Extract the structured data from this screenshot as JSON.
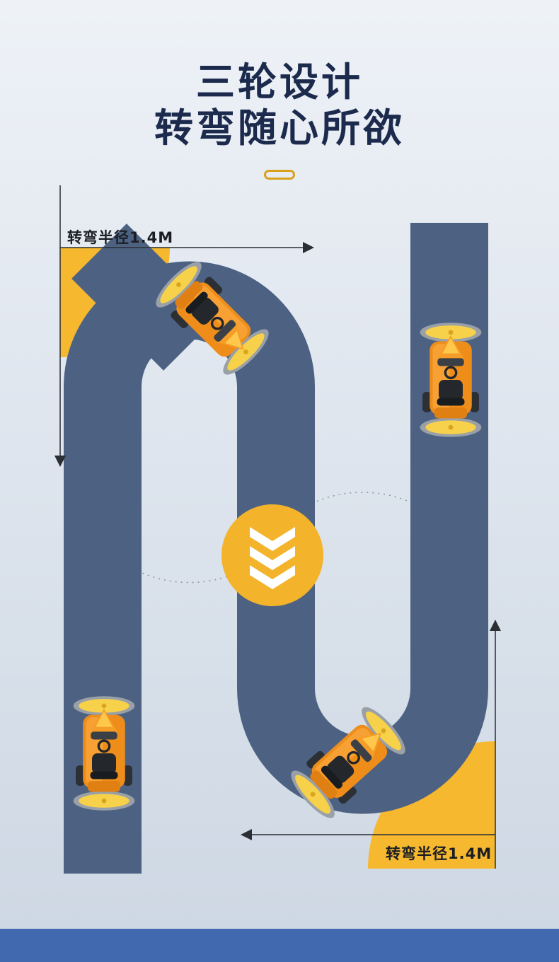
{
  "page": {
    "background_top": "#EEF2F7",
    "background_bottom": "#CDD7E3",
    "footer_color": "#4069AF"
  },
  "title": {
    "line1": "三轮设计",
    "line2": "转弯随心所欲",
    "color": "#1C2B4D"
  },
  "divider": {
    "shape": "outlined-capsule",
    "color": "#D9A21B"
  },
  "diagram": {
    "road_color": "#4D6283",
    "accent_yellow": "#F5B82F",
    "chevron_badge_color": "#F3B32A",
    "turn_radius_label_top": "转弯半径1.4M",
    "turn_radius_label_bottom": "转弯半径1.4M",
    "turning_circle_count": 2,
    "machine_count": 4,
    "machine_name": "ride-on-sweeper",
    "chevron_icon": "triple-chevron-down"
  }
}
